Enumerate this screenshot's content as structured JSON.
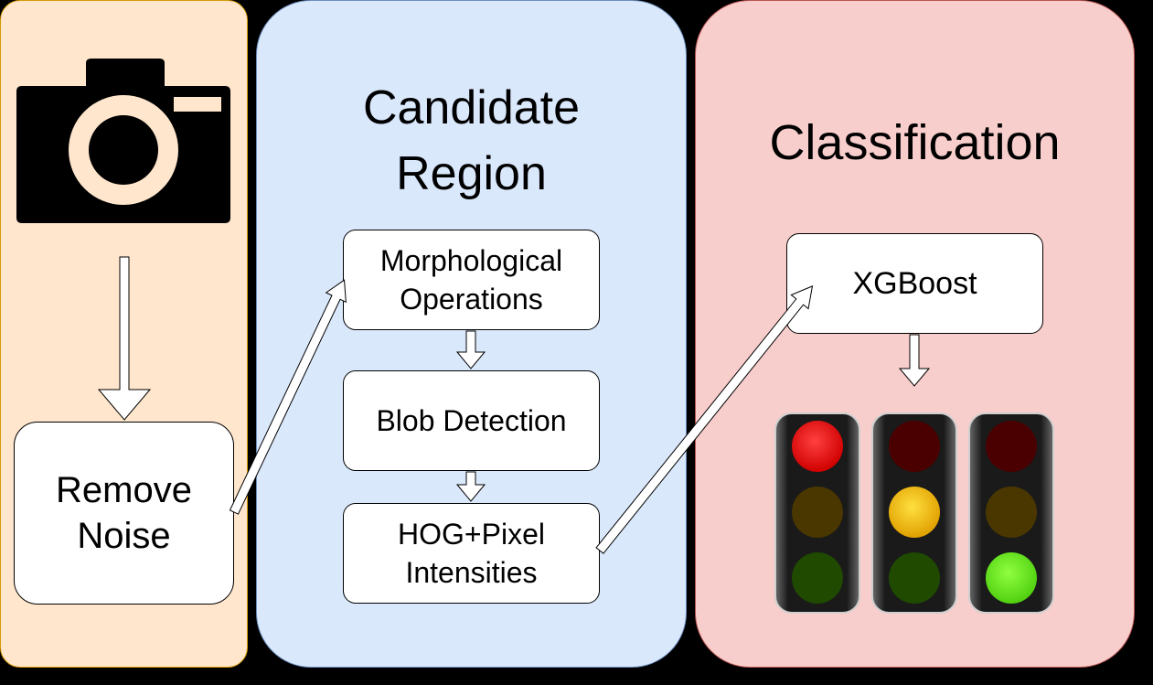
{
  "colors": {
    "background": "#000000",
    "input_panel_fill": "#ffe6cc",
    "input_panel_border": "#d79b00",
    "candidate_panel_fill": "#dae8fc",
    "candidate_panel_border": "#6c8ebf",
    "classification_panel_fill": "#f8cecc",
    "classification_panel_border": "#b85450",
    "camera_body": "#000000",
    "camera_detail": "#ffe6cc"
  },
  "candidate_panel": {
    "title": "Candidate\nRegion",
    "steps": [
      {
        "label": "Morphological\nOperations"
      },
      {
        "label": "Blob Detection"
      },
      {
        "label": "HOG+Pixel\nIntensities"
      }
    ]
  },
  "input_panel": {
    "icon": "camera-icon",
    "step": {
      "label": "Remove\nNoise"
    }
  },
  "classification_panel": {
    "title": "Classification",
    "step": {
      "label": "XGBoost"
    },
    "icon": "traffic-lights-icon",
    "lights": [
      {
        "active": "red"
      },
      {
        "active": "yellow"
      },
      {
        "active": "green"
      }
    ]
  }
}
